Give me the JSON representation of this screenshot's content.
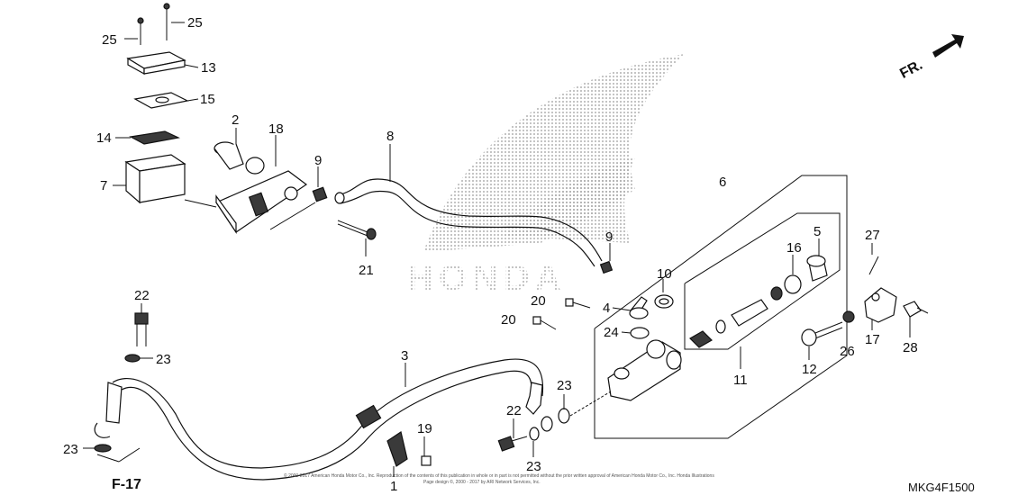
{
  "diagram": {
    "code": "MKG4F1500",
    "ref": "F-17",
    "direction": "FR.",
    "watermark": "HONDA",
    "copyright_line1": "© 2000-2017 American Honda Motor Co., Inc. Reproduction of the contents of this publication in whole or in part is not permitted without the prior written approval of American Honda Motor Co., Inc. Honda Illustrations",
    "copyright_line2": "Page design ©, 2000 - 2017 by ARI Network Services, Inc.",
    "callouts": {
      "c25a": "25",
      "c25b": "25",
      "c13": "13",
      "c15": "15",
      "c14": "14",
      "c7": "7",
      "c2": "2",
      "c18": "18",
      "c9a": "9",
      "c8": "8",
      "c21": "21",
      "c6": "6",
      "c9b": "9",
      "c10": "10",
      "c4": "4",
      "c24": "24",
      "c20a": "20",
      "c20b": "20",
      "c5": "5",
      "c16": "16",
      "c27": "27",
      "c11": "11",
      "c12": "12",
      "c26": "26",
      "c17": "17",
      "c28": "28",
      "c22a": "22",
      "c23a": "23",
      "c3": "3",
      "c23b": "23",
      "c22b": "22",
      "c19": "19",
      "c23c": "23",
      "c23d": "23",
      "c1": "1"
    }
  }
}
